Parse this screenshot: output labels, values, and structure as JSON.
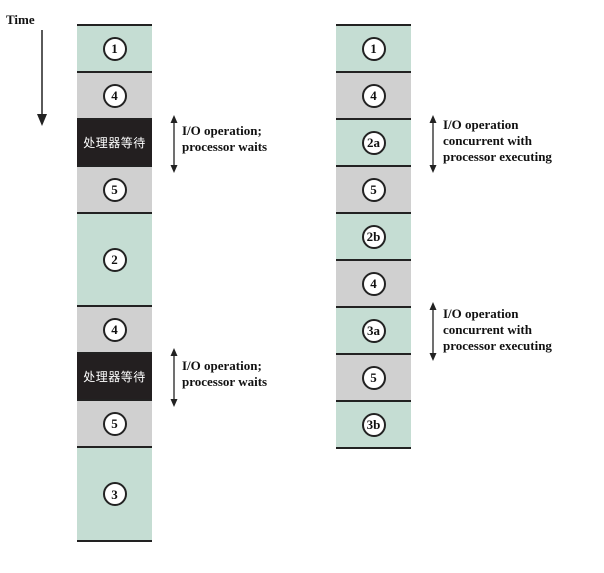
{
  "time_label": "Time",
  "left_column": {
    "segments": [
      {
        "kind": "green",
        "label": "1"
      },
      {
        "kind": "gray",
        "label": "4"
      },
      {
        "kind": "black",
        "label": "处理器等待"
      },
      {
        "kind": "gray",
        "label": "5"
      },
      {
        "kind": "green",
        "label": "2"
      },
      {
        "kind": "gray",
        "label": "4"
      },
      {
        "kind": "black",
        "label": "处理器等待"
      },
      {
        "kind": "gray",
        "label": "5"
      },
      {
        "kind": "green",
        "label": "3"
      }
    ],
    "annotations": [
      {
        "line1": "I/O operation;",
        "line2": "processor waits"
      },
      {
        "line1": "I/O operation;",
        "line2": "processor waits"
      }
    ]
  },
  "right_column": {
    "segments": [
      {
        "kind": "green",
        "label": "1"
      },
      {
        "kind": "gray",
        "label": "4"
      },
      {
        "kind": "green",
        "label": "2a"
      },
      {
        "kind": "gray",
        "label": "5"
      },
      {
        "kind": "green",
        "label": "2b"
      },
      {
        "kind": "gray",
        "label": "4"
      },
      {
        "kind": "green",
        "label": "3a"
      },
      {
        "kind": "gray",
        "label": "5"
      },
      {
        "kind": "green",
        "label": "3b"
      }
    ],
    "annotations": [
      {
        "line1": "I/O operation",
        "line2": "concurrent with",
        "line3": "processor executing"
      },
      {
        "line1": "I/O operation",
        "line2": "concurrent with",
        "line3": "processor executing"
      }
    ]
  },
  "colors": {
    "green": "#c5ddd3",
    "gray": "#d0d0d0",
    "black": "#231f20"
  }
}
